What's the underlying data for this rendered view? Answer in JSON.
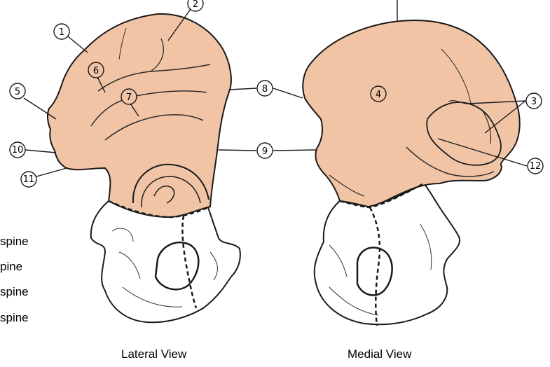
{
  "colors": {
    "ilium": "#f2c4a6",
    "outline": "#1a1a1a",
    "bone": "#ffffff"
  },
  "left_partial_labels": [
    "spine",
    "pine",
    " spine",
    "spine"
  ],
  "views": {
    "lateral": "Lateral View",
    "medial": "Medial View"
  },
  "callouts": [
    "1",
    "2",
    "3",
    "4",
    "5",
    "6",
    "7",
    "8",
    "9",
    "10",
    "11",
    "12"
  ]
}
